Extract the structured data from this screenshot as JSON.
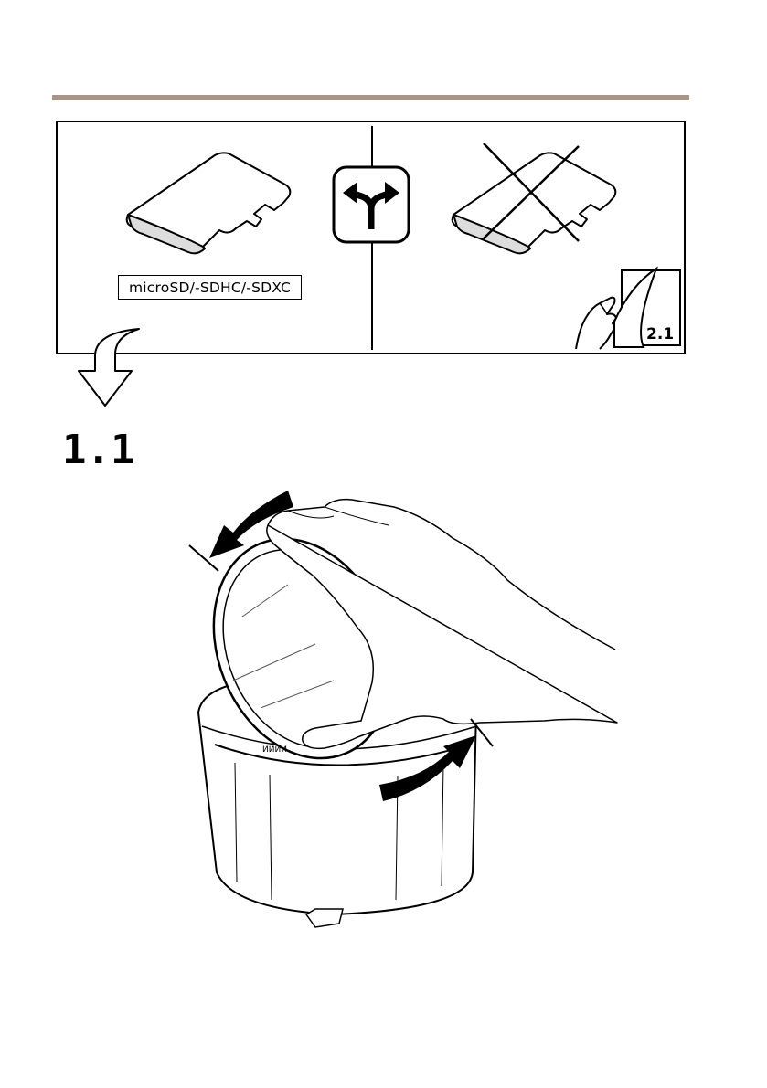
{
  "header": {
    "rule_color": "#a8958a"
  },
  "panel": {
    "card_label": "microSD/-SDHC/-SDXC",
    "page_reference": "2.1"
  },
  "step": {
    "number": "1.1"
  },
  "icons": {
    "supported_card": "microsd-card-icon",
    "unsupported_card": "microsd-card-crossed-icon",
    "branch": "branch-arrows-icon",
    "page_turn": "page-turn-icon",
    "continue_arrow": "down-arrow-icon",
    "illustration": "dome-cover-rotate-illustration"
  }
}
